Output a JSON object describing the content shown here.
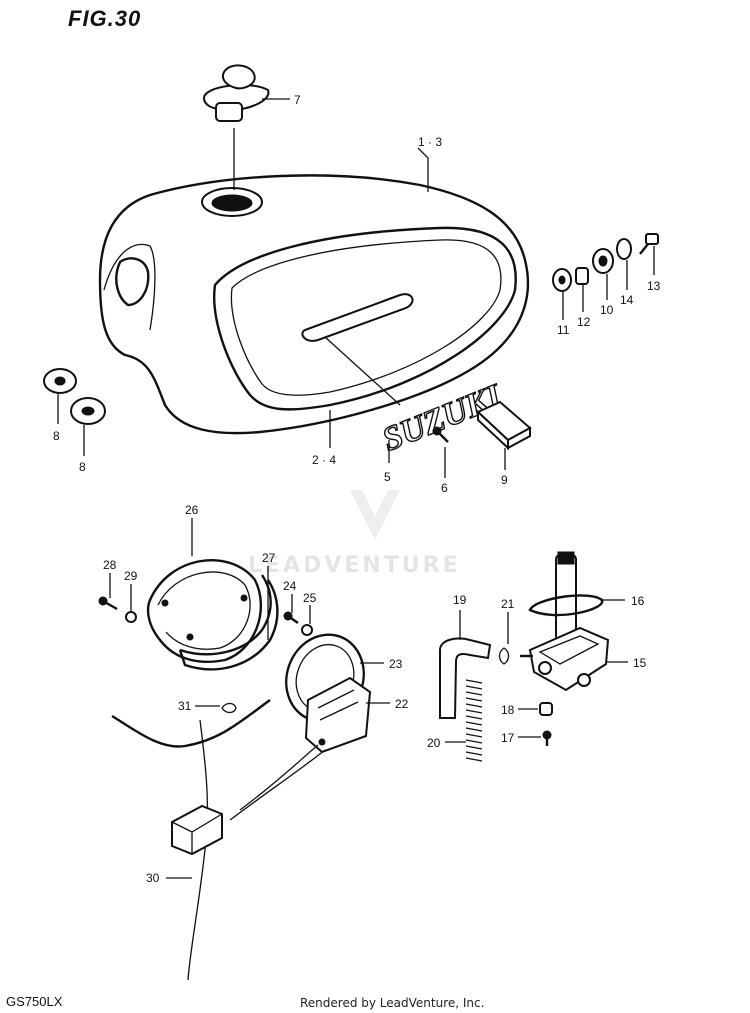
{
  "figure": {
    "title": "FIG.30",
    "model": "GS750LX"
  },
  "footer": "Rendered by LeadVenture, Inc.",
  "watermark": "LEADVENTURE",
  "tank_logo": "SUZUKI",
  "callouts": [
    {
      "id": "7",
      "text": "7"
    },
    {
      "id": "1-3",
      "text": "1 · 3"
    },
    {
      "id": "2-4",
      "text": "2 · 4"
    },
    {
      "id": "5",
      "text": "5"
    },
    {
      "id": "6",
      "text": "6"
    },
    {
      "id": "8a",
      "text": "8"
    },
    {
      "id": "8b",
      "text": "8"
    },
    {
      "id": "9",
      "text": "9"
    },
    {
      "id": "10",
      "text": "10"
    },
    {
      "id": "11",
      "text": "11"
    },
    {
      "id": "12",
      "text": "12"
    },
    {
      "id": "13",
      "text": "13"
    },
    {
      "id": "14",
      "text": "14"
    },
    {
      "id": "15",
      "text": "15"
    },
    {
      "id": "16",
      "text": "16"
    },
    {
      "id": "17",
      "text": "17"
    },
    {
      "id": "18",
      "text": "18"
    },
    {
      "id": "19",
      "text": "19"
    },
    {
      "id": "20",
      "text": "20"
    },
    {
      "id": "21",
      "text": "21"
    },
    {
      "id": "22",
      "text": "22"
    },
    {
      "id": "23",
      "text": "23"
    },
    {
      "id": "24",
      "text": "24"
    },
    {
      "id": "25",
      "text": "25"
    },
    {
      "id": "26",
      "text": "26"
    },
    {
      "id": "27",
      "text": "27"
    },
    {
      "id": "28",
      "text": "28"
    },
    {
      "id": "29",
      "text": "29"
    },
    {
      "id": "30",
      "text": "30"
    },
    {
      "id": "31",
      "text": "31"
    }
  ]
}
